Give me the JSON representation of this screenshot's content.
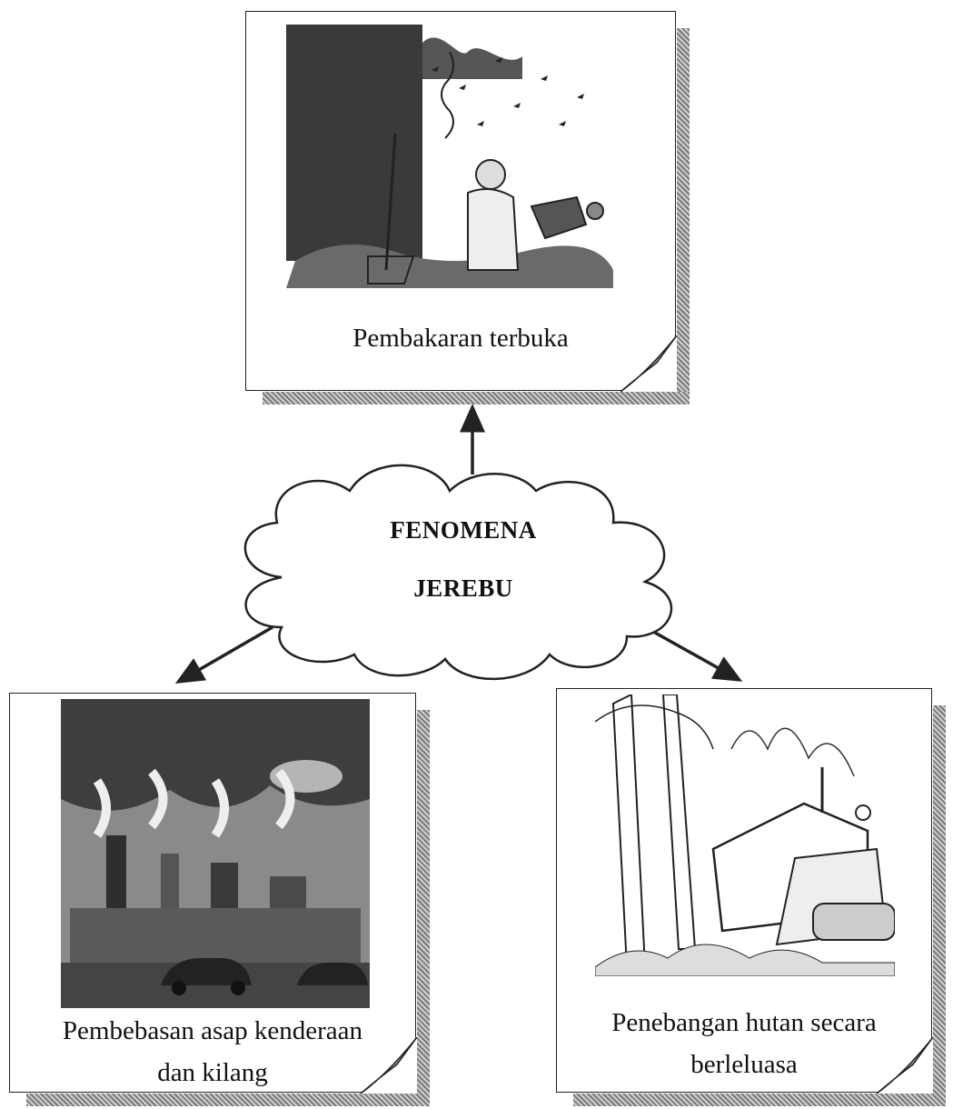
{
  "center": {
    "line1": "FENOMENA",
    "line2": "JEREBU"
  },
  "nodes": {
    "top": {
      "caption": "Pembakaran terbuka",
      "icon": "open-burning-illustration"
    },
    "left": {
      "caption_line1": "Pembebasan asap kenderaan",
      "caption_line2": "dan kilang",
      "icon": "factory-smoke-illustration"
    },
    "right": {
      "caption_line1": "Penebangan hutan secara",
      "caption_line2": "berleluasa",
      "icon": "deforestation-illustration"
    }
  }
}
